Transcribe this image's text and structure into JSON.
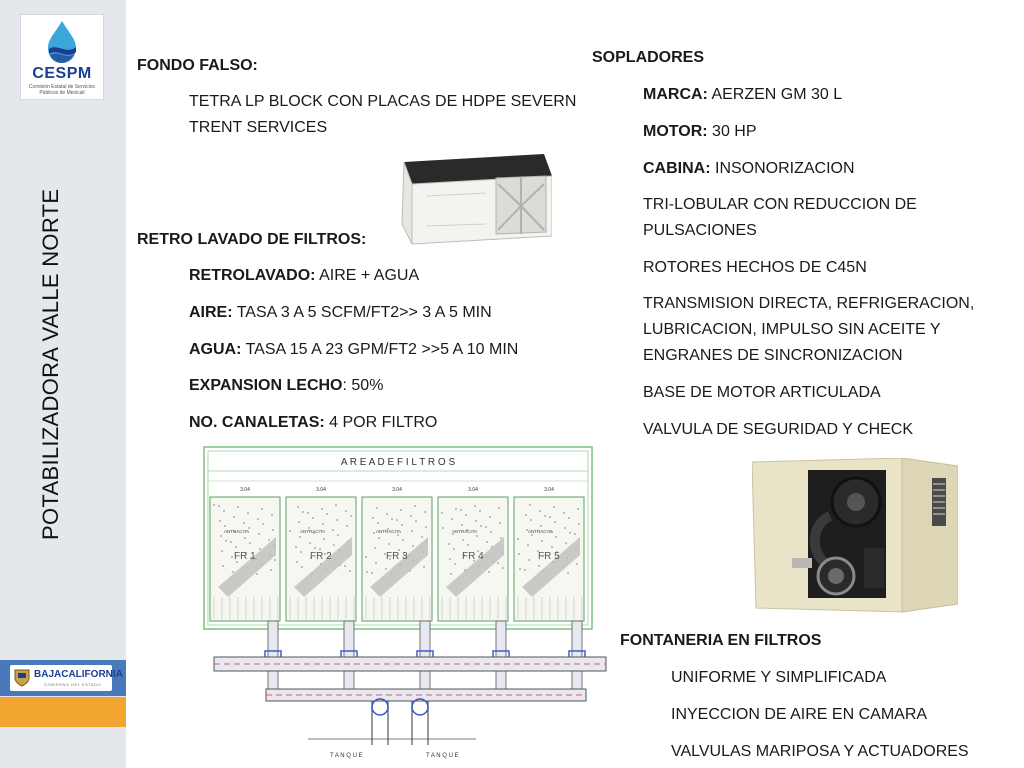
{
  "sidebar": {
    "logo": {
      "name": "CESPM",
      "subtitle": "Comisión Estatal de Servicios Públicos de Mexicali",
      "icon": "water-drop-icon",
      "color": "#1b3f8f"
    },
    "title": "POTABILIZADORA   VALLE  NORTE",
    "footer_logo": {
      "name": "BAJACALIFORNIA",
      "subtitle": "GOBIERNO DEL ESTADO",
      "icon": "shield-icon"
    },
    "colors": {
      "blue_bar": "#4a79b9",
      "orange_bar": "#f2a531",
      "background": "#e4e7ec"
    }
  },
  "fondo_falso": {
    "heading": "FONDO FALSO:",
    "line1": "TETRA LP BLOCK CON PLACAS DE HDPE SEVERN",
    "line2": "TRENT SERVICES"
  },
  "retro_lavado": {
    "heading": "RETRO LAVADO DE FILTROS:",
    "items": [
      {
        "label": "RETROLAVADO:",
        "value": " AIRE + AGUA"
      },
      {
        "label": "AIRE:",
        "value": " TASA 3 A 5 SCFM/FT2>> 3 A 5 MIN"
      },
      {
        "label": "AGUA:",
        "value": " TASA 15 A 23 GPM/FT2 >>5 A 10 MIN"
      },
      {
        "label": "EXPANSION  LECHO",
        "value": ": 50%"
      },
      {
        "label": "NO. CANALETAS:",
        "value": " 4 POR FILTRO"
      }
    ]
  },
  "sopladores": {
    "heading": "SOPLADORES",
    "marca": {
      "label": "MARCA:",
      "value": " AERZEN GM 30 L"
    },
    "motor": {
      "label": "MOTOR:",
      "value": " 30 HP"
    },
    "cabina": {
      "label": "CABINA:",
      "value": " INSONORIZACION"
    },
    "trilobular_1": "TRI-LOBULAR CON REDUCCION DE",
    "trilobular_2": "PULSACIONES",
    "rotores": "ROTORES HECHOS DE C45N",
    "transmision_1": "TRANSMISION DIRECTA, REFRIGERACION,",
    "transmision_2": "LUBRICACION, IMPULSO SIN ACEITE Y",
    "transmision_3": "ENGRANES DE SINCRONIZACION",
    "base": "BASE DE MOTOR ARTICULADA",
    "valvula": "VALVULA DE SEGURIDAD Y CHECK"
  },
  "fontaneria": {
    "heading": "FONTANERIA EN FILTROS",
    "items": [
      "UNIFORME Y SIMPLIFICADA",
      "INYECCION DE AIRE EN CAMARA",
      "VALVULAS MARIPOSA Y ACTUADORES"
    ]
  },
  "drawing": {
    "title": "A R E A   D E   F I L T R O S",
    "dimension_label": "3.04",
    "media_label": "ANTRACITA",
    "filters": [
      "FR 1",
      "FR 2",
      "FR 3",
      "FR 4",
      "FR 5"
    ],
    "tanks": [
      "T A N Q U E",
      "T A N Q U E"
    ]
  }
}
